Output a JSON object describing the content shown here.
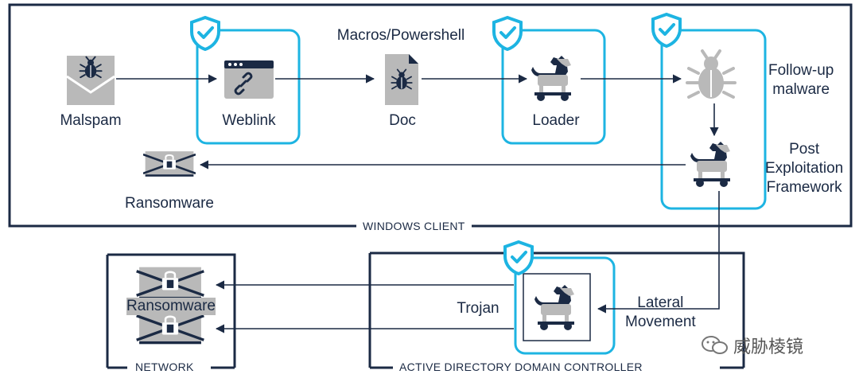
{
  "nodes": {
    "malspam": "Malspam",
    "weblink": "Weblink",
    "macros": "Macros/Powershell",
    "doc": "Doc",
    "loader": "Loader",
    "followup_line1": "Follow-up",
    "followup_line2": "malware",
    "post_line1": "Post",
    "post_line2": "Exploitation",
    "post_line3": "Framework",
    "ransomware_client": "Ransomware",
    "ransomware_network": "Ransomware",
    "trojan": "Trojan",
    "lateral_line1": "Lateral",
    "lateral_line2": "Movement"
  },
  "zones": {
    "windows_client": "WINDOWS CLIENT",
    "network": "NETWORK",
    "active_directory": "ACTIVE DIRECTORY DOMAIN CONTROLLER"
  },
  "watermark": "威胁棱镜",
  "colors": {
    "navy": "#1b2a44",
    "cyan": "#1db4e2",
    "icon_gray": "#b9b9b9",
    "icon_dark": "#1b2a44"
  }
}
